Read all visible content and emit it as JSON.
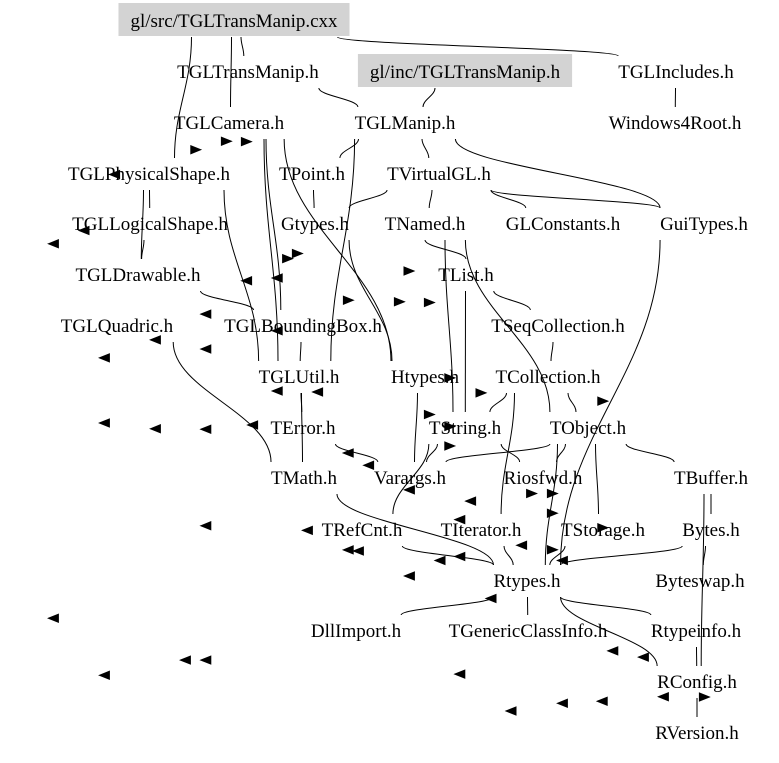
{
  "title": "gl/src/TGLTransManip.cxx include dependency graph",
  "colors": {
    "highlight_box": "#d3d3d3",
    "text": "#000000",
    "edge": "#000000",
    "background": "#ffffff"
  },
  "nodes": [
    {
      "id": "src",
      "label": "gl/src/TGLTransManip.cxx",
      "highlighted": true
    },
    {
      "id": "TGLTransManip_h",
      "label": "TGLTransManip.h"
    },
    {
      "id": "inc",
      "label": "gl/inc/TGLTransManip.h",
      "highlighted": true
    },
    {
      "id": "TGLIncludes",
      "label": "TGLIncludes.h"
    },
    {
      "id": "TGLCamera",
      "label": "TGLCamera.h"
    },
    {
      "id": "TGLManip",
      "label": "TGLManip.h"
    },
    {
      "id": "Windows4Root",
      "label": "Windows4Root.h"
    },
    {
      "id": "TGLPhysicalShape",
      "label": "TGLPhysicalShape.h"
    },
    {
      "id": "TPoint",
      "label": "TPoint.h"
    },
    {
      "id": "TVirtualGL",
      "label": "TVirtualGL.h"
    },
    {
      "id": "TGLLogicalShape",
      "label": "TGLLogicalShape.h"
    },
    {
      "id": "Gtypes",
      "label": "Gtypes.h"
    },
    {
      "id": "TNamed",
      "label": "TNamed.h"
    },
    {
      "id": "GLConstants",
      "label": "GLConstants.h"
    },
    {
      "id": "GuiTypes",
      "label": "GuiTypes.h"
    },
    {
      "id": "TGLDrawable",
      "label": "TGLDrawable.h"
    },
    {
      "id": "TList",
      "label": "TList.h"
    },
    {
      "id": "TGLQuadric",
      "label": "TGLQuadric.h"
    },
    {
      "id": "TGLBoundingBox",
      "label": "TGLBoundingBox.h"
    },
    {
      "id": "TSeqCollection",
      "label": "TSeqCollection.h"
    },
    {
      "id": "TGLUtil",
      "label": "TGLUtil.h"
    },
    {
      "id": "Htypes",
      "label": "Htypes.h"
    },
    {
      "id": "TCollection",
      "label": "TCollection.h"
    },
    {
      "id": "TError",
      "label": "TError.h"
    },
    {
      "id": "TString",
      "label": "TString.h"
    },
    {
      "id": "TObject",
      "label": "TObject.h"
    },
    {
      "id": "TMath",
      "label": "TMath.h"
    },
    {
      "id": "Varargs",
      "label": "Varargs.h"
    },
    {
      "id": "Riosfwd",
      "label": "Riosfwd.h"
    },
    {
      "id": "TBuffer",
      "label": "TBuffer.h"
    },
    {
      "id": "TRefCnt",
      "label": "TRefCnt.h"
    },
    {
      "id": "TIterator",
      "label": "TIterator.h"
    },
    {
      "id": "TStorage",
      "label": "TStorage.h"
    },
    {
      "id": "Bytes",
      "label": "Bytes.h"
    },
    {
      "id": "Rtypes",
      "label": "Rtypes.h"
    },
    {
      "id": "Byteswap",
      "label": "Byteswap.h"
    },
    {
      "id": "DllImport",
      "label": "DllImport.h"
    },
    {
      "id": "TGenericClassInfo",
      "label": "TGenericClassInfo.h"
    },
    {
      "id": "Rtypeinfo",
      "label": "Rtypeinfo.h"
    },
    {
      "id": "RConfig",
      "label": "RConfig.h"
    },
    {
      "id": "RVersion",
      "label": "RVersion.h"
    }
  ],
  "edges": [
    [
      "src",
      "TGLTransManip_h"
    ],
    [
      "src",
      "TGLIncludes"
    ],
    [
      "src",
      "TGLCamera"
    ],
    [
      "src",
      "TGLPhysicalShape"
    ],
    [
      "TGLTransManip_h",
      "TGLManip"
    ],
    [
      "inc",
      "TGLManip"
    ],
    [
      "TGLIncludes",
      "Windows4Root"
    ],
    [
      "TGLCamera",
      "TGLBoundingBox"
    ],
    [
      "TGLCamera",
      "TGLUtil"
    ],
    [
      "TGLCamera",
      "Htypes"
    ],
    [
      "TGLManip",
      "TPoint"
    ],
    [
      "TGLManip",
      "TVirtualGL"
    ],
    [
      "TGLManip",
      "GuiTypes"
    ],
    [
      "TGLManip",
      "TGLUtil"
    ],
    [
      "TGLPhysicalShape",
      "TGLLogicalShape"
    ],
    [
      "TGLPhysicalShape",
      "TGLDrawable"
    ],
    [
      "TGLPhysicalShape",
      "TGLUtil"
    ],
    [
      "TPoint",
      "Gtypes"
    ],
    [
      "TVirtualGL",
      "TNamed"
    ],
    [
      "TVirtualGL",
      "Gtypes"
    ],
    [
      "TVirtualGL",
      "GLConstants"
    ],
    [
      "TVirtualGL",
      "GuiTypes"
    ],
    [
      "TGLLogicalShape",
      "TGLDrawable"
    ],
    [
      "Gtypes",
      "Htypes"
    ],
    [
      "TNamed",
      "TString"
    ],
    [
      "TNamed",
      "TObject"
    ],
    [
      "GuiTypes",
      "Rtypes"
    ],
    [
      "TGLDrawable",
      "TGLBoundingBox"
    ],
    [
      "TList",
      "TNamed"
    ],
    [
      "TList",
      "TSeqCollection"
    ],
    [
      "TList",
      "TString"
    ],
    [
      "TGLQuadric",
      "TMath"
    ],
    [
      "TGLBoundingBox",
      "TGLUtil"
    ],
    [
      "TSeqCollection",
      "TCollection"
    ],
    [
      "TGLUtil",
      "TError"
    ],
    [
      "TGLUtil",
      "TMath"
    ],
    [
      "Htypes",
      "Varargs"
    ],
    [
      "TCollection",
      "TString"
    ],
    [
      "TCollection",
      "TObject"
    ],
    [
      "TCollection",
      "TIterator"
    ],
    [
      "TError",
      "Varargs"
    ],
    [
      "TString",
      "Varargs"
    ],
    [
      "TString",
      "Riosfwd"
    ],
    [
      "TString",
      "TRefCnt"
    ],
    [
      "TObject",
      "Riosfwd"
    ],
    [
      "TObject",
      "TBuffer"
    ],
    [
      "TObject",
      "Varargs"
    ],
    [
      "TObject",
      "Rtypes"
    ],
    [
      "TObject",
      "TStorage"
    ],
    [
      "TMath",
      "Rtypes"
    ],
    [
      "TBuffer",
      "Bytes"
    ],
    [
      "TBuffer",
      "RConfig"
    ],
    [
      "TRefCnt",
      "Rtypes"
    ],
    [
      "TIterator",
      "Rtypes"
    ],
    [
      "TStorage",
      "Rtypes"
    ],
    [
      "Bytes",
      "Rtypes"
    ],
    [
      "Bytes",
      "Byteswap"
    ],
    [
      "Rtypes",
      "DllImport"
    ],
    [
      "Rtypes",
      "TGenericClassInfo"
    ],
    [
      "Rtypes",
      "Rtypeinfo"
    ],
    [
      "Rtypes",
      "RConfig"
    ],
    [
      "Rtypeinfo",
      "RConfig"
    ],
    [
      "RConfig",
      "RVersion"
    ]
  ]
}
